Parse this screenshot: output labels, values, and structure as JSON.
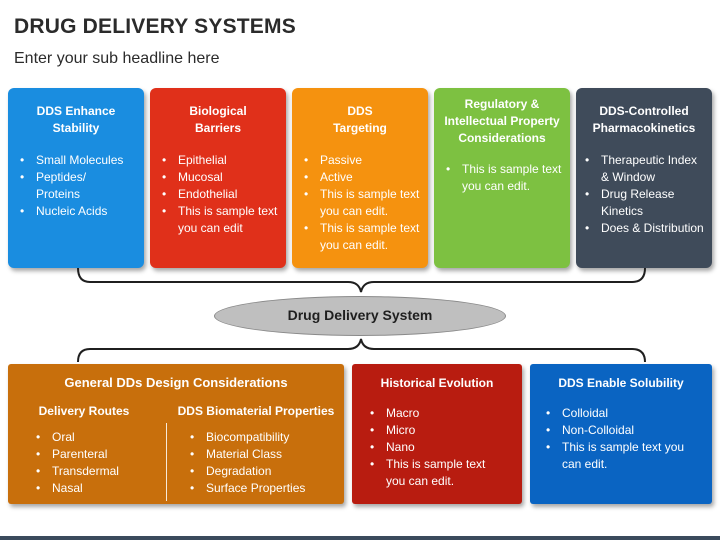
{
  "title": "DRUG DELIVERY SYSTEMS",
  "subtitle": "Enter your sub headline here",
  "top_cards": [
    {
      "title": "DDS Enhance Stability",
      "color": "#1a8de0",
      "items": [
        "Small Molecules",
        "Peptides/ Proteins",
        "Nucleic Acids"
      ]
    },
    {
      "title": "Biological Barriers",
      "color": "#e0301a",
      "items": [
        "Epithelial",
        "Mucosal",
        "Endothelial",
        "This is  sample text you can edit"
      ]
    },
    {
      "title": "DDS Targeting",
      "color": "#f5920f",
      "items": [
        "Passive",
        "Active",
        "This is  sample text you can edit.",
        "This is  sample text you can edit."
      ]
    },
    {
      "title": "Regulatory & Intellectual Property Considerations",
      "color": "#7dc141",
      "items": [
        "This is  sample text you can edit."
      ]
    },
    {
      "title": "DDS-Controlled Pharmacokinetics",
      "color": "#3f4b5a",
      "items": [
        "Therapeutic Index & Window",
        "Drug Release Kinetics",
        "Does & Distribution"
      ]
    }
  ],
  "center_label": "Drug Delivery System",
  "general": {
    "title": "General DDs Design Considerations",
    "color": "#c86f0c",
    "left_heading": "Delivery Routes",
    "left_items": [
      "Oral",
      "Parenteral",
      "Transdermal",
      "Nasal"
    ],
    "right_heading": "DDS Biomaterial Properties",
    "right_items": [
      "Biocompatibility",
      "Material Class",
      "Degradation",
      "Surface Properties"
    ]
  },
  "history": {
    "title": "Historical Evolution",
    "color": "#b81c10",
    "items": [
      "Macro",
      "Micro",
      "Nano",
      "This is  sample text you can edit."
    ]
  },
  "solubility": {
    "title": "DDS Enable Solubility",
    "color": "#0a64c2",
    "items": [
      "Colloidal",
      "Non-Colloidal",
      "This is  sample text you can edit."
    ]
  }
}
